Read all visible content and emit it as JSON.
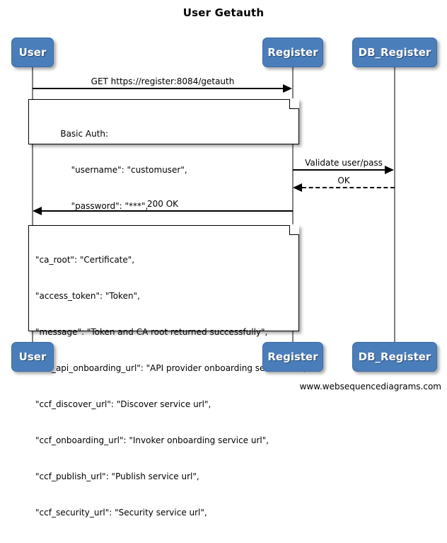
{
  "diagram": {
    "title": "User Getauth",
    "footer": "www.websequencediagrams.com",
    "accent_color": "#4a7ebb",
    "line_color": "#000000",
    "lifeline_color": "#808080"
  },
  "actors": [
    {
      "id": "user",
      "label": "User"
    },
    {
      "id": "register",
      "label": "Register"
    },
    {
      "id": "db_register",
      "label": "DB_Register"
    }
  ],
  "actors_bottom": [
    {
      "id": "user",
      "label": "User"
    },
    {
      "id": "register",
      "label": "Register"
    },
    {
      "id": "db_register",
      "label": "DB_Register"
    }
  ],
  "messages": [
    {
      "id": "m1",
      "label": "GET https://register:8084/getauth",
      "from": "user",
      "to": "register",
      "style": "solid",
      "direction": "right"
    },
    {
      "id": "m2",
      "label": "Validate user/pass",
      "from": "register",
      "to": "db_register",
      "style": "solid",
      "direction": "right"
    },
    {
      "id": "m3",
      "label": "OK",
      "from": "db_register",
      "to": "register",
      "style": "dashed",
      "direction": "left"
    },
    {
      "id": "m4",
      "label": "200 OK",
      "from": "register",
      "to": "user",
      "style": "solid",
      "direction": "left"
    }
  ],
  "notes": [
    {
      "id": "note-basic-auth",
      "lines": [
        "         Basic Auth:",
        "             \"username\": \"customuser\",",
        "             \"password\": \"***\","
      ]
    },
    {
      "id": "note-response-body",
      "lines": [
        "\"ca_root\": \"Certificate\",",
        "\"access_token\": \"Token\",",
        "\"message\": \"Token and CA root returned successfully\",",
        "\"ccf_api_onboarding_url\": \"API provider onboarding service url\",",
        "\"ccf_discover_url\": \"Discover service url\",",
        "\"ccf_onboarding_url\": \"Invoker onboarding service url\",",
        "\"ccf_publish_url\": \"Publish service url\",",
        "\"ccf_security_url\": \"Security service url\","
      ]
    }
  ]
}
